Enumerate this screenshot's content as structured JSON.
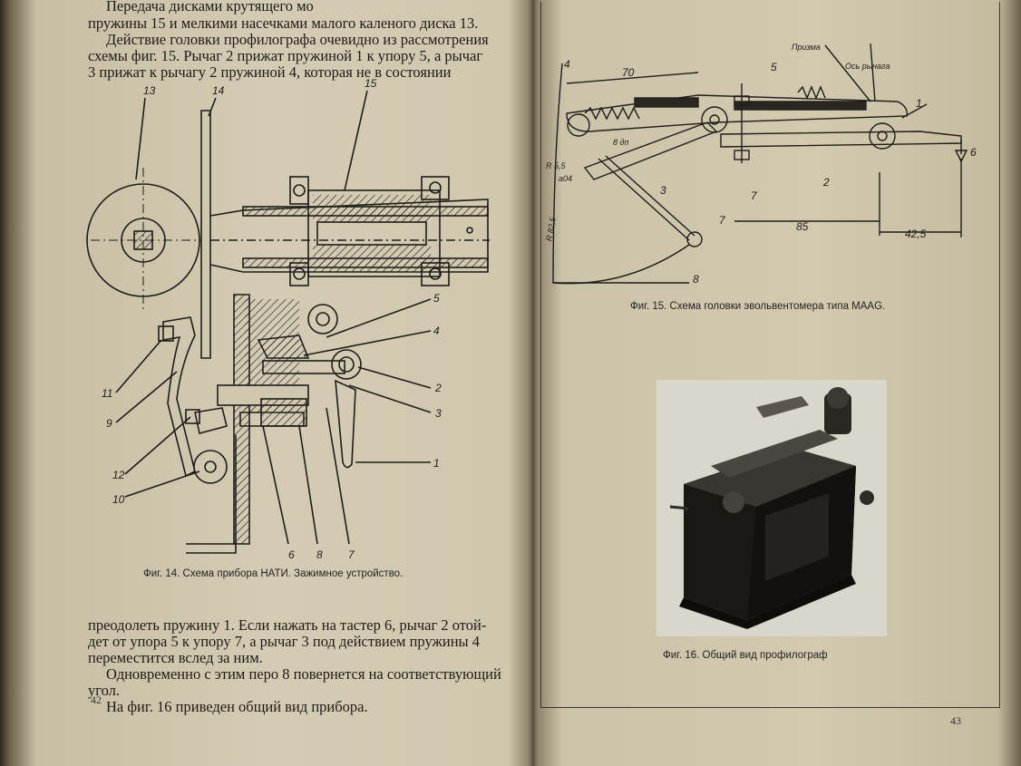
{
  "left_page": {
    "top_lines": [
      "Передача дисками крутящего мо",
      "пружины 15 и мелкими насечками малого каленого диска 13.",
      "Действие головки профилографа очевидно из рассмотрения",
      "схемы фиг. 15. Рычаг 2 прижат пружиной 1 к упору 5, а рычаг",
      "3 прижат к рычагу 2 пружиной 4, которая не в состоянии"
    ],
    "figure14": {
      "caption": "Фиг. 14. Схема прибора НАТИ. Зажимное устройство.",
      "labels": [
        "13",
        "14",
        "15",
        "5",
        "4",
        "2",
        "3",
        "1",
        "11",
        "9",
        "12",
        "10",
        "6",
        "8",
        "7"
      ]
    },
    "bottom_lines": [
      "преодолеть пружину 1. Если нажать на тастер 6, рычаг 2 отой-",
      "дет от упора 5 к упору 7, а рычаг 3 под действием пружины 4",
      "переместится вслед за ним.",
      "Одновременно с этим перо 8 повернется на соответствующий",
      "угол.",
      "На фиг. 16 приведен общий вид прибора."
    ],
    "page_number": "42"
  },
  "right_page": {
    "figure15": {
      "caption": "Фиг. 15. Схема головки эвольвентомера типа МААG.",
      "labels": [
        "4",
        "70",
        "5",
        "Призма",
        "Ось рычага",
        "1",
        "6",
        "8 дп",
        "R 5,5",
        "a04",
        "3",
        "2",
        "7",
        "7",
        "85",
        "42,5",
        "R 82,5",
        "8"
      ]
    },
    "figure16": {
      "caption": "Фиг. 16. Общий вид профилограф"
    },
    "page_number": "43"
  }
}
